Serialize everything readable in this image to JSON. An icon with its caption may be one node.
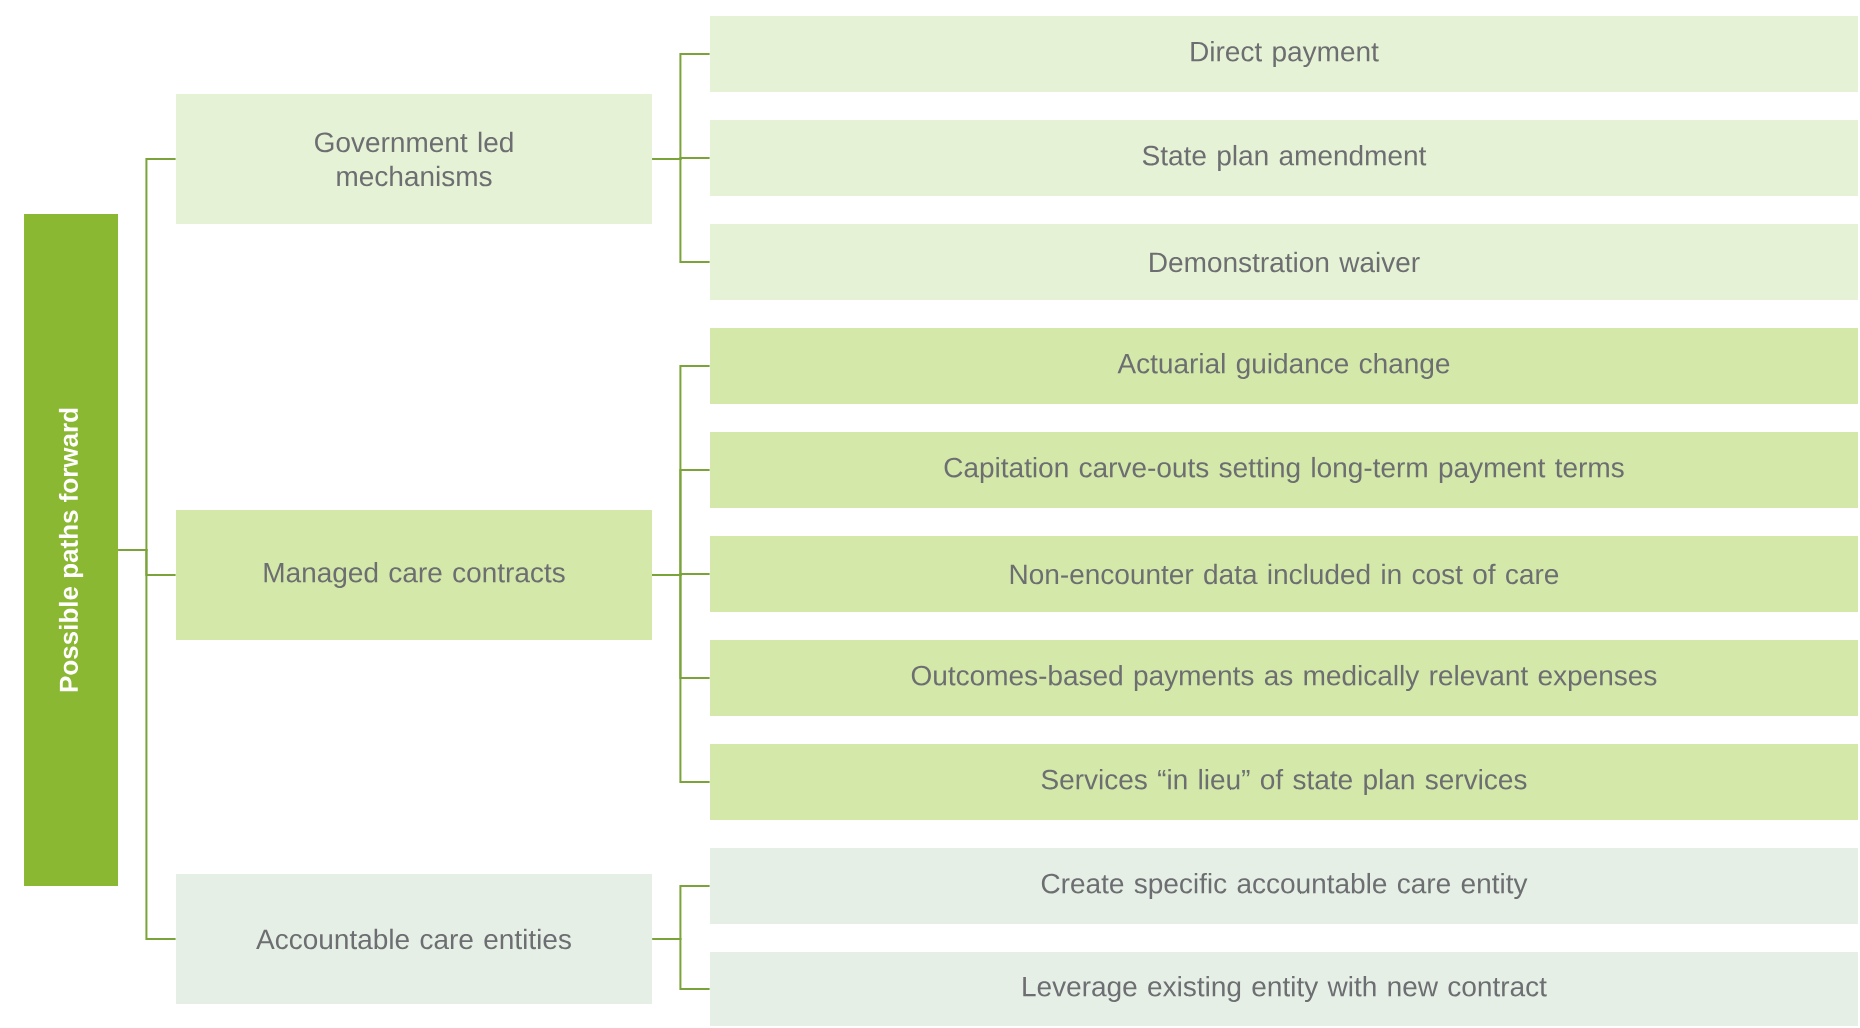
{
  "diagram": {
    "nodes": [
      {
        "text": [
          "Possible paths forward"
        ]
      },
      {
        "text": [
          "Government led mechanisms"
        ]
      },
      {
        "text": [
          "Managed care contracts"
        ]
      },
      {
        "text": [
          "Accountable care entities"
        ]
      },
      {
        "text": [
          "Direct payment"
        ]
      },
      {
        "text": [
          "State plan amendment"
        ]
      },
      {
        "text": [
          "Demonstration waiver"
        ]
      },
      {
        "text": [
          "Actuarial guidance change"
        ]
      },
      {
        "text": [
          "Capitation carve-outs setting long-term payment terms"
        ]
      },
      {
        "text": [
          "Non-encounter data included in cost of care"
        ]
      },
      {
        "text": [
          "Outcomes-based payments as medically relevant expenses"
        ]
      },
      {
        "text": [
          "Services “in lieu” of state plan services"
        ]
      },
      {
        "text": [
          "Create specific accountable care entity"
        ]
      },
      {
        "text": [
          "Leverage existing entity with new contract"
        ]
      }
    ],
    "edges": [
      {
        "from": 0,
        "to": 1,
        "arrow": "none"
      },
      {
        "from": 0,
        "to": 2,
        "arrow": "none"
      },
      {
        "from": 0,
        "to": 3,
        "arrow": "none"
      },
      {
        "from": 1,
        "to": 4,
        "arrow": "none"
      },
      {
        "from": 1,
        "to": 5,
        "arrow": "none"
      },
      {
        "from": 1,
        "to": 6,
        "arrow": "none"
      },
      {
        "from": 2,
        "to": 7,
        "arrow": "none"
      },
      {
        "from": 2,
        "to": 8,
        "arrow": "none"
      },
      {
        "from": 2,
        "to": 9,
        "arrow": "none"
      },
      {
        "from": 2,
        "to": 10,
        "arrow": "none"
      },
      {
        "from": 2,
        "to": 11,
        "arrow": "none"
      },
      {
        "from": 3,
        "to": 12,
        "arrow": "none"
      },
      {
        "from": 3,
        "to": 13,
        "arrow": "none"
      }
    ]
  }
}
